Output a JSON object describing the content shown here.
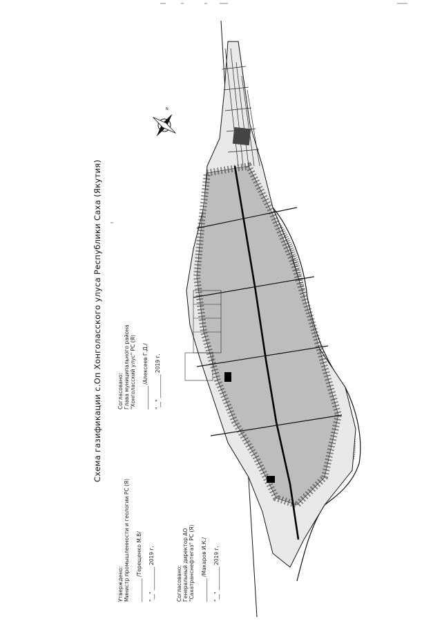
{
  "title": "Схема газификации с.Оп Хонголасского улуса Республики Саха (Якутия)",
  "approved": {
    "heading": "Утверждено:",
    "position": "Министр промышленности и геологии РС (Я)",
    "signature": "_________ /Терещенко М.В/",
    "date": "\"__\" _________ 2019 г."
  },
  "agreed_head": {
    "heading": "Согласовано:",
    "position": "Глава муниципального района",
    "org": "\"Хонголасский улус\" РС (Я)",
    "signature": "_________ /Алексеев Г.Д./",
    "date": "\"__\" _________ 2019 г."
  },
  "agreed_director": {
    "heading": "Согласовано:",
    "position": "Генеральный директор АО",
    "org": "\"Сахатранснефтегаз\" РС (Я)",
    "signature": "_________ /Макаров И.К./",
    "date": "\"__\" _________ 2019 г."
  },
  "colors": {
    "line": "#111111",
    "paper": "#ffffff",
    "hatch": "#555555"
  },
  "icons": {
    "compass": "compass-rose-icon"
  }
}
